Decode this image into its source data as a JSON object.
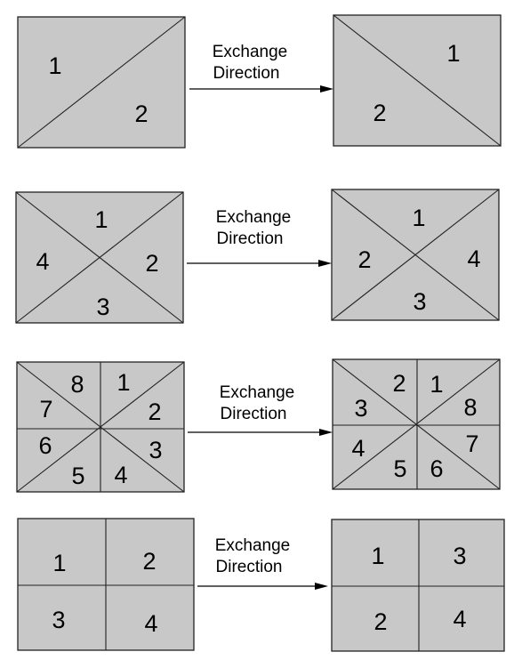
{
  "colors": {
    "box_fill": "#c8c8c8",
    "stroke": "#222222",
    "text": "#000000"
  },
  "arrow_label": {
    "line1": "Exchange",
    "line2": "Direction"
  },
  "rows": [
    {
      "pattern": "two-diagonal",
      "before": {
        "labels": [
          "1",
          "2"
        ]
      },
      "after": {
        "labels": [
          "1",
          "2"
        ]
      }
    },
    {
      "pattern": "x-four",
      "before": {
        "labels": [
          "1",
          "2",
          "3",
          "4"
        ]
      },
      "after": {
        "labels": [
          "1",
          "4",
          "3",
          "2"
        ]
      }
    },
    {
      "pattern": "eight-sectors",
      "before": {
        "labels": [
          "8",
          "1",
          "7",
          "2",
          "6",
          "3",
          "5",
          "4"
        ]
      },
      "after": {
        "labels": [
          "2",
          "1",
          "3",
          "8",
          "4",
          "7",
          "5",
          "6"
        ]
      }
    },
    {
      "pattern": "quad-grid",
      "before": {
        "labels": [
          "1",
          "2",
          "3",
          "4"
        ]
      },
      "after": {
        "labels": [
          "1",
          "3",
          "2",
          "4"
        ]
      }
    }
  ]
}
